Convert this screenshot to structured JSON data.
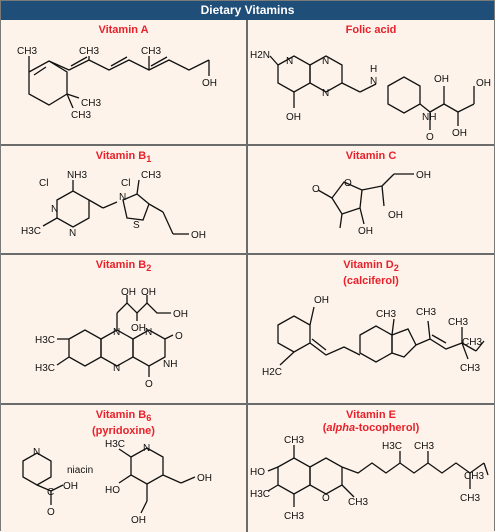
{
  "header": {
    "title": "Dietary Vitamins"
  },
  "colors": {
    "header_bg": "#1f4e79",
    "title_red": "#e8212b",
    "panel_bg": "#fdf3ea"
  },
  "panels": {
    "vitamin_a": {
      "title": "Vitamin A",
      "labels": {
        "ch3": "CH3",
        "oh": "OH"
      }
    },
    "folic_acid": {
      "title": "Folic acid",
      "labels": {
        "h2n": "H2N",
        "n": "N",
        "h": "H",
        "oh": "OH",
        "o": "O",
        "nh": "NH"
      }
    },
    "vitamin_b1": {
      "title": "Vitamin B",
      "title_sub": "1",
      "labels": {
        "cl": "Cl",
        "nh3": "NH3",
        "n": "N",
        "s": "S",
        "ch3": "CH3",
        "h3c": "H3C",
        "oh": "OH"
      }
    },
    "vitamin_c": {
      "title": "Vitamin C",
      "labels": {
        "o": "O",
        "oh": "OH"
      }
    },
    "vitamin_b2": {
      "title": "Vitamin B",
      "title_sub": "2",
      "labels": {
        "oh": "OH",
        "h3c": "H3C",
        "n": "N",
        "o": "O",
        "nh": "NH"
      }
    },
    "vitamin_d2": {
      "title": "Vitamin D",
      "title_sub": "2",
      "title_line2": "(calciferol)",
      "labels": {
        "oh": "OH",
        "ch3": "CH3",
        "h2c": "H2C"
      }
    },
    "vitamin_b6": {
      "title": "Vitamin B",
      "title_sub": "6",
      "title_line2": "(pyridoxine)",
      "labels": {
        "niacin": "niacin",
        "n": "N",
        "oh": "OH",
        "o": "O",
        "c": "C",
        "h3c": "H3C",
        "ho": "HO"
      }
    },
    "vitamin_e": {
      "title": "Vitamin E",
      "title_line2_pre": "(",
      "title_line2_italic": "alpha",
      "title_line2_post": "-tocopherol)",
      "labels": {
        "ch3": "CH3",
        "h3c": "H3C",
        "ho": "HO",
        "o": "O"
      }
    }
  }
}
